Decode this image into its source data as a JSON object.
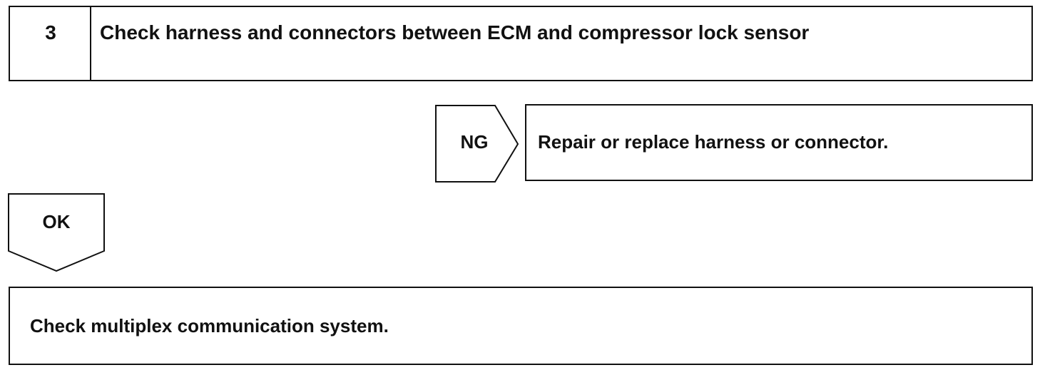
{
  "step": {
    "number": "3",
    "title": "Check harness and connectors between ECM and compressor lock sensor"
  },
  "ng_branch": {
    "label": "NG",
    "action": "Repair or replace harness or connector."
  },
  "ok_branch": {
    "label": "OK"
  },
  "next_step": {
    "text": "Check multiplex communication system."
  }
}
